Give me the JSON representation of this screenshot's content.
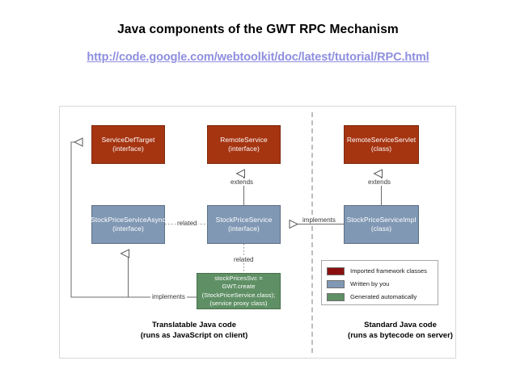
{
  "header": {
    "title": "Java components of the GWT RPC Mechanism",
    "link": "http://code.google.com/webtoolkit/doc/latest/tutorial/RPC.html",
    "link_color": "#8e8ee0"
  },
  "colors": {
    "framework": "#a53411",
    "written_by_you": "#8098b4",
    "generated": "#5f9065",
    "legend_framework_swatch": "#8b0f0f",
    "legend_mine_swatch": "#8098b4",
    "legend_generated_swatch": "#5f9065",
    "connector": "#6b6b6b",
    "frame_border": "#d8d8d8",
    "divider": "#bdbdbd"
  },
  "diagram": {
    "nodes": [
      {
        "id": "ServiceDefTarget",
        "line1": "ServiceDefTarget",
        "line2": "(interface)",
        "kind": "framework"
      },
      {
        "id": "RemoteService",
        "line1": "RemoteService",
        "line2": "(interface)",
        "kind": "framework"
      },
      {
        "id": "RemoteServiceServlet",
        "line1": "RemoteServiceServlet",
        "line2": "(class)",
        "kind": "framework"
      },
      {
        "id": "StockPriceServiceAsync",
        "line1": "StockPriceServiceAsync",
        "line2": "(interface)",
        "kind": "mine"
      },
      {
        "id": "StockPriceService",
        "line1": "StockPriceService",
        "line2": "(interface)",
        "kind": "mine"
      },
      {
        "id": "StockPriceServiceImpl",
        "line1": "StockPriceServiceImpl",
        "line2": "(class)",
        "kind": "mine"
      },
      {
        "id": "ServiceProxy",
        "line1": "stockPricesSvc = GWT.create",
        "line2": "(StockPriceService.class);",
        "line3": "(service proxy class)",
        "kind": "generated"
      }
    ],
    "edges": [
      {
        "id": "extends-left",
        "label": "extends",
        "from": "StockPriceService",
        "to": "RemoteService",
        "style": "solid-hollow-arrow"
      },
      {
        "id": "extends-right",
        "label": "extends",
        "from": "StockPriceServiceImpl",
        "to": "RemoteServiceServlet",
        "style": "solid-hollow-arrow"
      },
      {
        "id": "related-horiz",
        "label": "related",
        "from": "StockPriceServiceAsync",
        "to": "StockPriceService",
        "style": "dotted"
      },
      {
        "id": "related-vert",
        "label": "related",
        "from": "StockPriceService",
        "to": "ServiceProxy",
        "style": "dotted"
      },
      {
        "id": "implements-right",
        "label": "implements",
        "from": "StockPriceServiceImpl",
        "to": "StockPriceService",
        "style": "solid-hollow-arrow"
      },
      {
        "id": "implements-left",
        "label": "implements",
        "from": "ServiceProxy",
        "to": "StockPriceServiceAsync",
        "style": "solid-hollow-arrow"
      },
      {
        "id": "implements-sdt",
        "label": "",
        "from": "ServiceProxy",
        "to": "ServiceDefTarget",
        "style": "solid-hollow-arrow"
      }
    ]
  },
  "legend": {
    "items": [
      {
        "label": "Imported framework classes",
        "swatch": "#8b0f0f"
      },
      {
        "label": "Written by you",
        "swatch": "#8098b4"
      },
      {
        "label": "Generated automatically",
        "swatch": "#5f9065"
      }
    ]
  },
  "captions": {
    "left_line1": "Translatable Java code",
    "left_line2": "(runs as JavaScript on client)",
    "right_line1": "Standard Java code",
    "right_line2": "(runs as bytecode on server)"
  }
}
